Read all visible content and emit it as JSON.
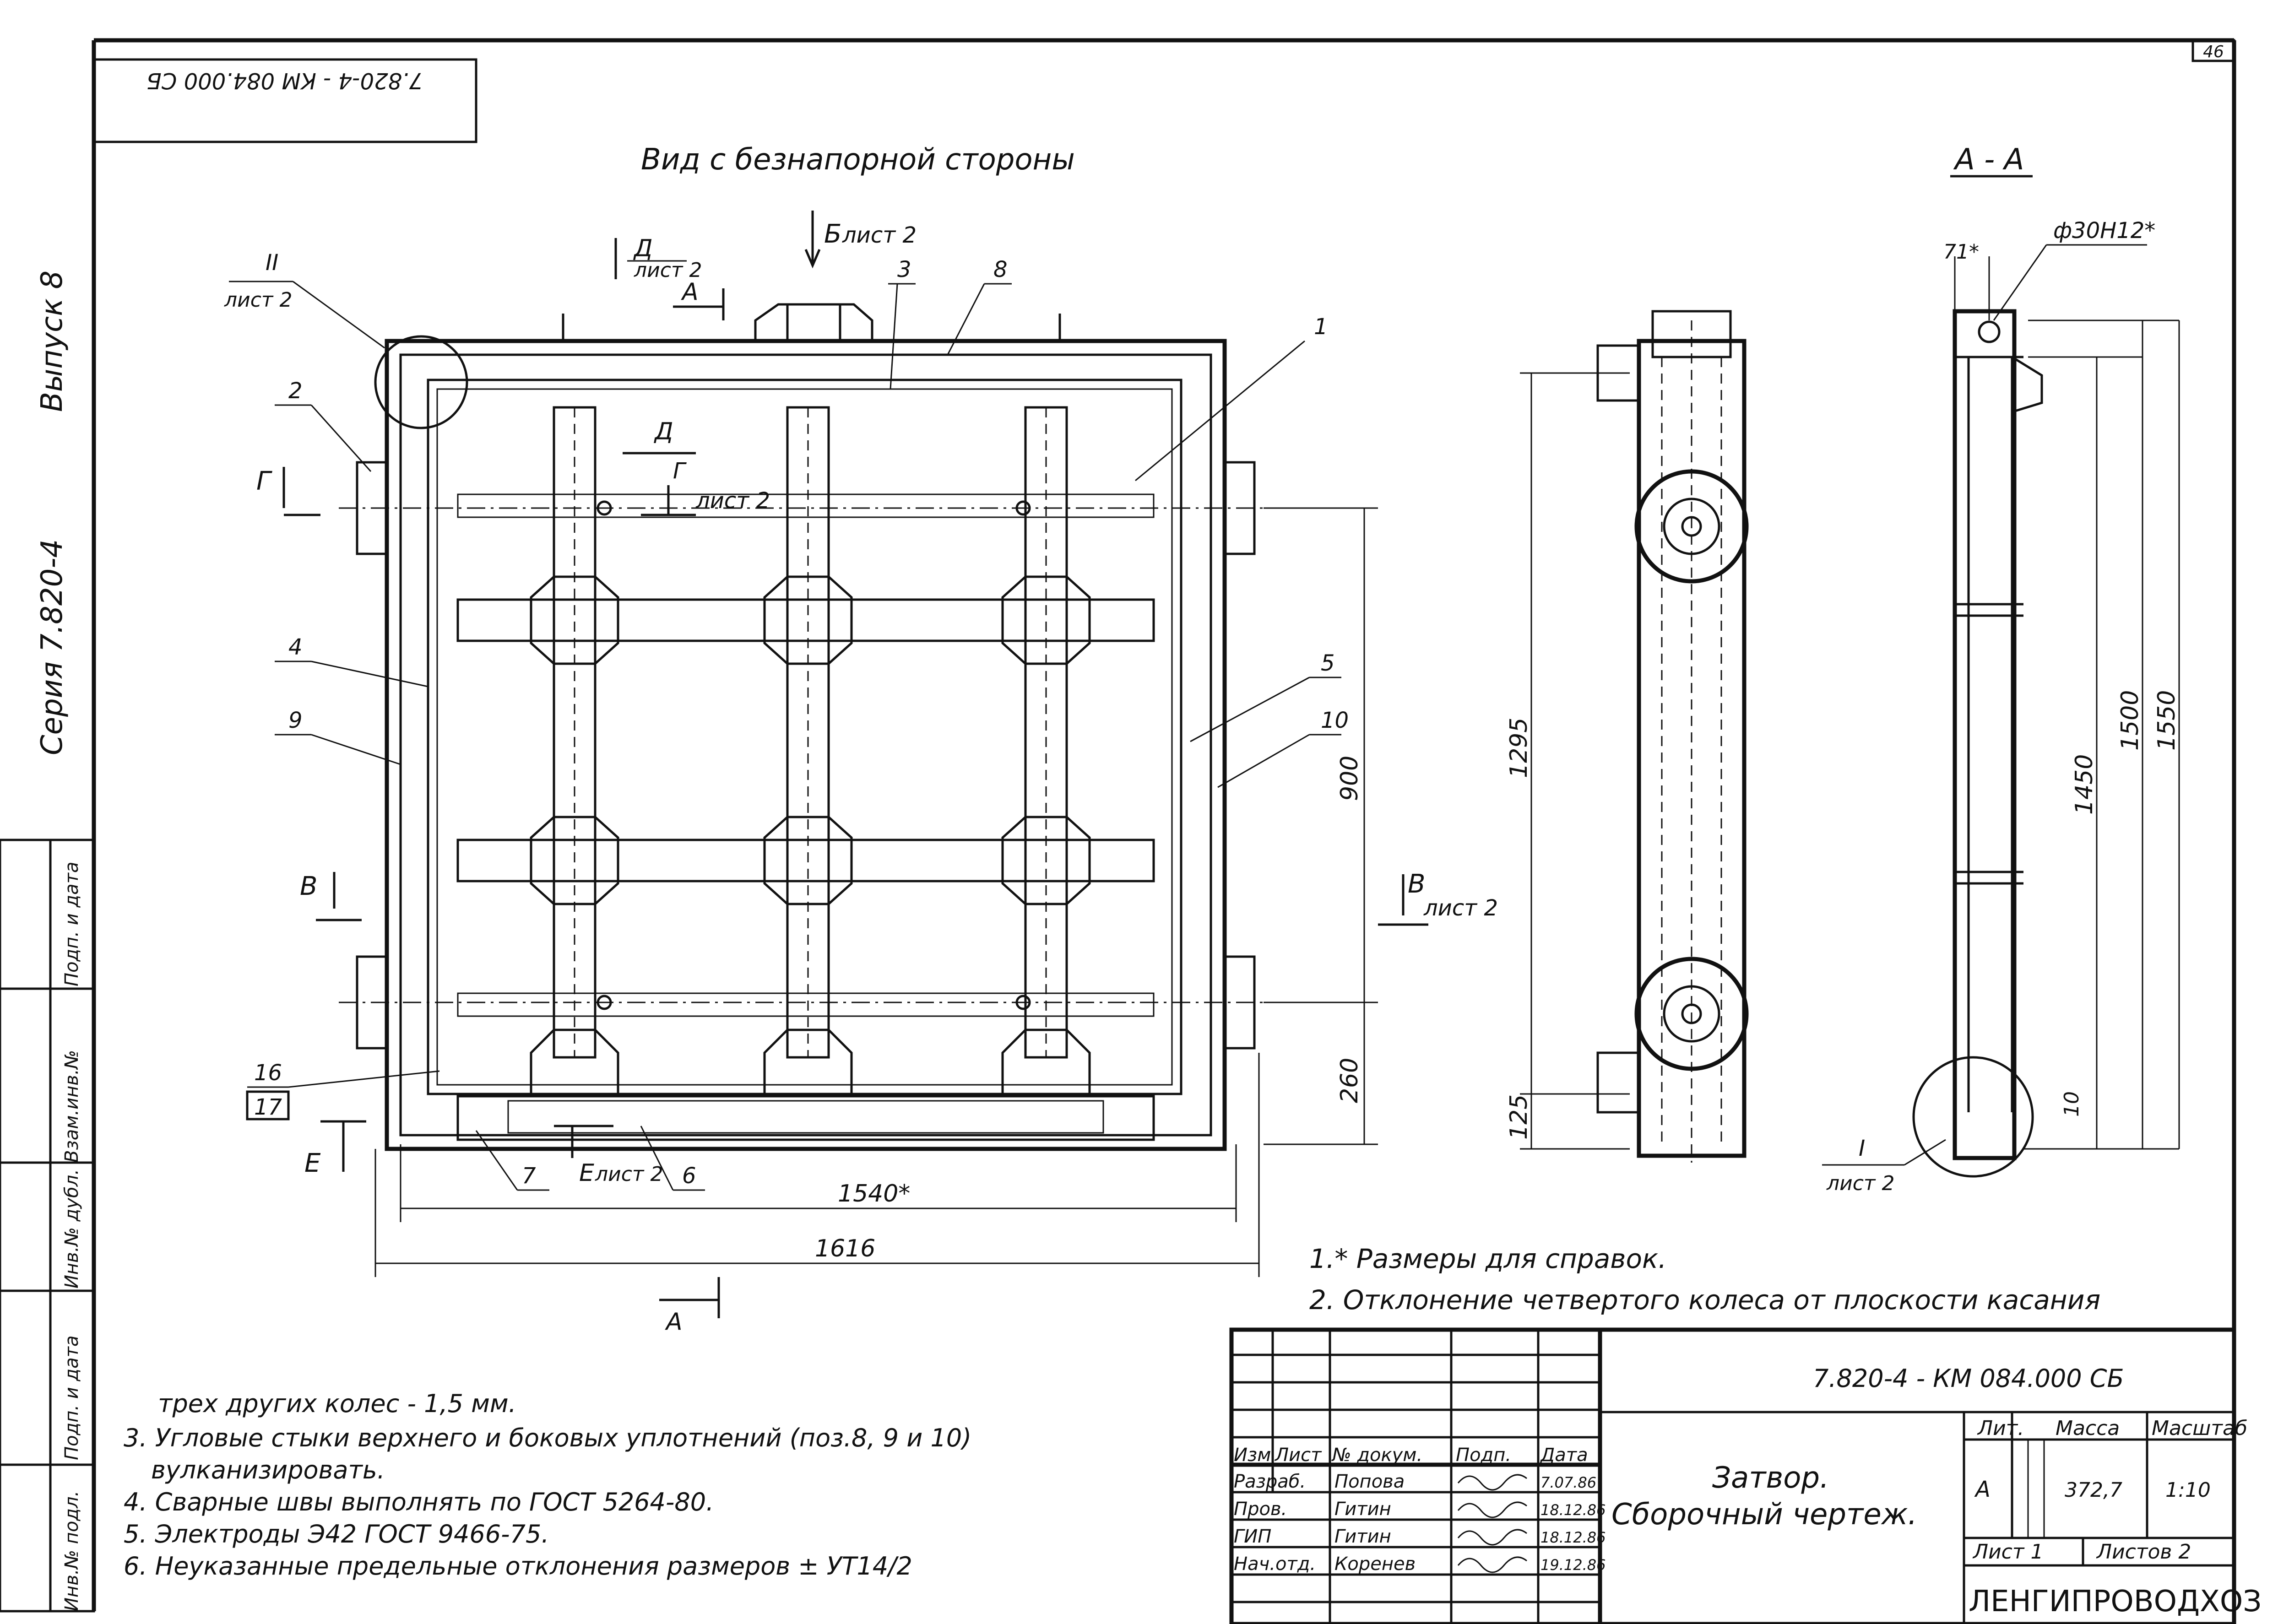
{
  "sheet_number": "46",
  "rotated_code": "7.820-4 - КМ 084.000 СБ",
  "series_label": "Серия 7.820-4",
  "issue_label": "Выпуск 8",
  "side_stamp": {
    "cells": [
      "Взам.инв.№",
      "Инв.№ подл.",
      "Подп. и дата",
      "Подп. и дата",
      "Инв.№ дубл."
    ]
  },
  "views": {
    "front_title": "Вид с безнапорной стороны",
    "side_title": "А - А"
  },
  "callouts": {
    "item_numbers": [
      "1",
      "2",
      "3",
      "4",
      "5",
      "6",
      "7",
      "8",
      "9",
      "10",
      "16",
      "17"
    ],
    "node_II": "II",
    "node_I": "I",
    "sheet_ref": "лист 2"
  },
  "section_labels": {
    "A": "А",
    "B": "Б",
    "V": "В",
    "G": "Г",
    "D": "Д",
    "E": "Е"
  },
  "dimensions": {
    "d1540": "1540*",
    "d1616": "1616",
    "d900": "900",
    "d260": "260",
    "d1295": "1295",
    "d125": "125",
    "d1450": "1450",
    "d1500": "1500",
    "d1550": "1550",
    "d71": "71*",
    "d10": "10",
    "hole": "ф30Н12*"
  },
  "notes": [
    "1.* Размеры для справок.",
    "2. Отклонение четвертого колеса от плоскости касания",
    "трех других колес - 1,5 мм.",
    "3. Угловые стыки верхнего и боковых уплотнений (поз.8, 9 и 10)",
    "вулканизировать.",
    "4. Сварные швы выполнять по ГОСТ 5264-80.",
    "5. Электроды Э42 ГОСТ 9466-75.",
    "6. Неуказанные предельные отклонения размеров ± УТ14/2"
  ],
  "title_block": {
    "doc_code": "7.820-4 - КМ 084.000 СБ",
    "title_line1": "Затвор.",
    "title_line2": "Сборочный чертеж.",
    "headers": [
      "Изм",
      "Лист",
      "№ докум.",
      "Подп.",
      "Дата"
    ],
    "rows": [
      {
        "role": "Разраб.",
        "name": "Попова",
        "date": "7.07.86"
      },
      {
        "role": "Пров.",
        "name": "Гитин",
        "date": "18.12.86"
      },
      {
        "role": "ГИП",
        "name": "Гитин",
        "date": "18.12.86"
      },
      {
        "role": "Нач.отд.",
        "name": "Коренев",
        "date": "19.12.86"
      }
    ],
    "lit_label": "Лит.",
    "mass_label": "Масса",
    "scale_label": "Масштаб",
    "lit_value": "А",
    "mass_value": "372,7",
    "scale_value": "1:10",
    "sheet_label": "Лист 1",
    "sheets_label": "Листов 2",
    "organization": "ЛЕНГИПРОВОДХОЗ"
  }
}
